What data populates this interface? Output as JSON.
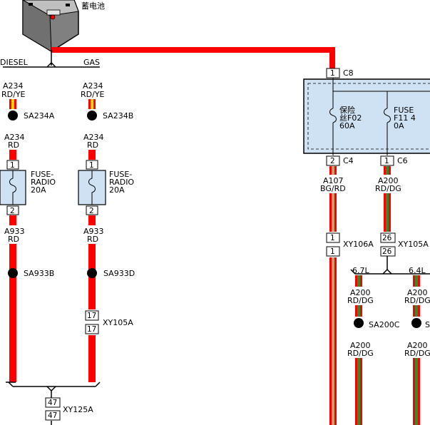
{
  "battery": {
    "label": "蓄电池"
  },
  "branches": {
    "left": "DIESEL",
    "right": "GAS"
  },
  "left_column": {
    "wire_top": {
      "code": "A234",
      "color": "RD/YE"
    },
    "splice_top": "SA234A",
    "wire_mid": {
      "code": "A234",
      "color": "RD"
    },
    "fuse": {
      "pin_top": "1",
      "pin_bottom": "2",
      "label": "FUSE-\nRADIO\n20A"
    },
    "wire_low": {
      "code": "A933",
      "color": "RD"
    },
    "splice_low": "SA933B"
  },
  "right_column": {
    "wire_top": {
      "code": "A234",
      "color": "RD/YE"
    },
    "splice_top": "SA234B",
    "wire_mid": {
      "code": "A234",
      "color": "RD"
    },
    "fuse": {
      "pin_top": "1",
      "pin_bottom": "2",
      "label": "FUSE-\nRADIO\n20A"
    },
    "wire_low": {
      "code": "A933",
      "color": "RD"
    },
    "splice_low": "SA933D",
    "connector": {
      "pin_top": "17",
      "pin_bottom": "17",
      "name": "XY105A"
    }
  },
  "bottom_connector": {
    "pin_top": "47",
    "pin_bottom": "47",
    "name": "XY125A"
  },
  "fuse_box": {
    "top_connector": {
      "pin": "1",
      "name": "C8"
    },
    "fuse_a": {
      "label": "保险\n丝F02\n60A"
    },
    "fuse_b": {
      "label": "FUSE\nF11 4\n0A"
    },
    "out_a": {
      "pin": "2",
      "name": "C4"
    },
    "out_b": {
      "pin": "1",
      "name": "C6"
    }
  },
  "wire_a107": {
    "code": "A107",
    "color": "BG/RD",
    "connector": {
      "pin_top": "1",
      "pin_bottom": "1",
      "name": "XY106A"
    }
  },
  "wire_a200": {
    "code": "A200",
    "color": "RD/DG",
    "connector": {
      "pin_top": "26",
      "pin_bottom": "26",
      "name": "XY105A"
    }
  },
  "a200_branch": {
    "left_length": "6.7L",
    "right_length": "6.4L",
    "wire_code": "A200",
    "wire_color": "RD/DG",
    "splice_left": "SA200C",
    "splice_right_partial": "S"
  },
  "colors": {
    "red": "#ff0000",
    "yellow": "#ffd400",
    "green": "#2e8b2e",
    "fusebox_fill": "#cfe2f3",
    "fuse_fill": "#cfe2f3"
  }
}
